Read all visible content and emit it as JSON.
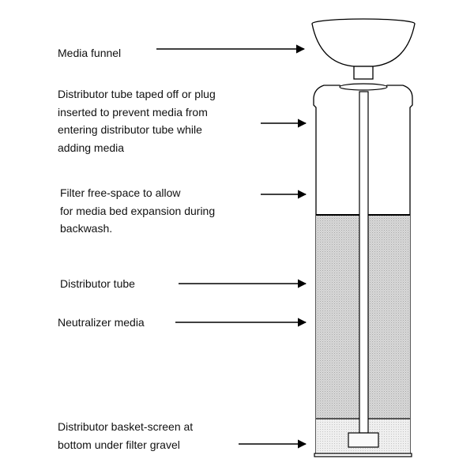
{
  "labels": {
    "media_funnel": "Media funnel",
    "distributor_tube_plug": [
      "Distributor tube taped off or plug",
      "inserted to prevent media from",
      "entering distributor tube while",
      "adding media"
    ],
    "filter_free_space": [
      "Filter free-space to allow",
      "for media bed expansion during",
      "backwash."
    ],
    "distributor_tube": "Distributor tube",
    "neutralizer_media": "Neutralizer media",
    "distributor_basket": [
      "Distributor basket-screen at",
      "bottom under filter gravel"
    ]
  },
  "colors": {
    "line": "#000000",
    "media_fill": "#d6d6d6",
    "gravel_fill": "#ececec",
    "text": "#111111"
  }
}
